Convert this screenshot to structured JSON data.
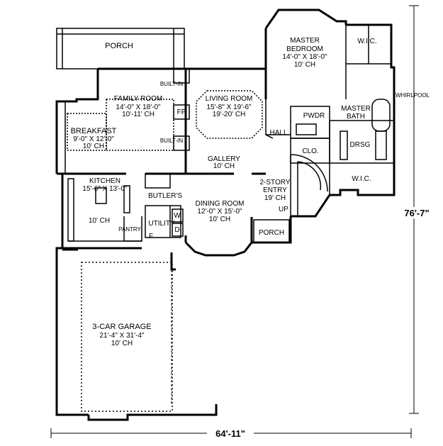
{
  "plan": {
    "overall_width": "64'-11\"",
    "overall_depth": "76'-7\"",
    "rooms": {
      "porch_top": {
        "name": "PORCH"
      },
      "family_room": {
        "name": "FAMILY ROOM",
        "size": "14'-0\" X 18'-0\"",
        "ceiling": "10'-11' CH"
      },
      "living_room": {
        "name": "LIVING ROOM",
        "size": "15'-8\" X 19'-6\"",
        "ceiling": "19'-20' CH"
      },
      "master_bedroom": {
        "name1": "MASTER",
        "name2": "BEDROOM",
        "size": "14'-0\" X 18'-0\"",
        "ceiling": "10' CH"
      },
      "breakfast": {
        "name": "BREAKFAST",
        "size": "9'-0\" X 12'-0\"",
        "ceiling": "10' CH"
      },
      "kitchen": {
        "name": "KITCHEN",
        "size": "15'-6\" X 13'-0\"",
        "ceiling": "10' CH"
      },
      "gallery": {
        "name": "GALLERY",
        "ceiling": "10' CH"
      },
      "entry": {
        "name1": "2-STORY",
        "name2": "ENTRY",
        "ceiling": "19' CH"
      },
      "dining_room": {
        "name": "DINING ROOM",
        "size": "12'-0\" X 15'-0\"",
        "ceiling": "10' CH"
      },
      "garage": {
        "name": "3-CAR GARAGE",
        "size": "21'-4\" X 31'-4\"",
        "ceiling": "10' CH"
      },
      "porch_front": {
        "name": "PORCH"
      },
      "utility": {
        "name": "UTILITY"
      },
      "pantry": {
        "name": "PANTRY"
      },
      "butlers": {
        "name": "BUTLER'S"
      },
      "pwdr": {
        "name": "PWDR"
      },
      "hall": {
        "name": "HALL"
      },
      "clo": {
        "name": "CLO."
      },
      "master_bath": {
        "name1": "MASTER",
        "name2": "BATH"
      },
      "drsg": {
        "name": "DRSG"
      },
      "wic_top": {
        "name": "W.I.C."
      },
      "wic_bottom": {
        "name": "W.I.C."
      },
      "whirlpool": {
        "name": "WHIRLPOOL"
      }
    },
    "symbols": {
      "built_in_top": "BUILT-IN",
      "built_in_bottom": "BUILT-IN",
      "fp": "FP",
      "up": "UP",
      "washer": "W",
      "dryer": "D",
      "freezer": "F"
    }
  }
}
